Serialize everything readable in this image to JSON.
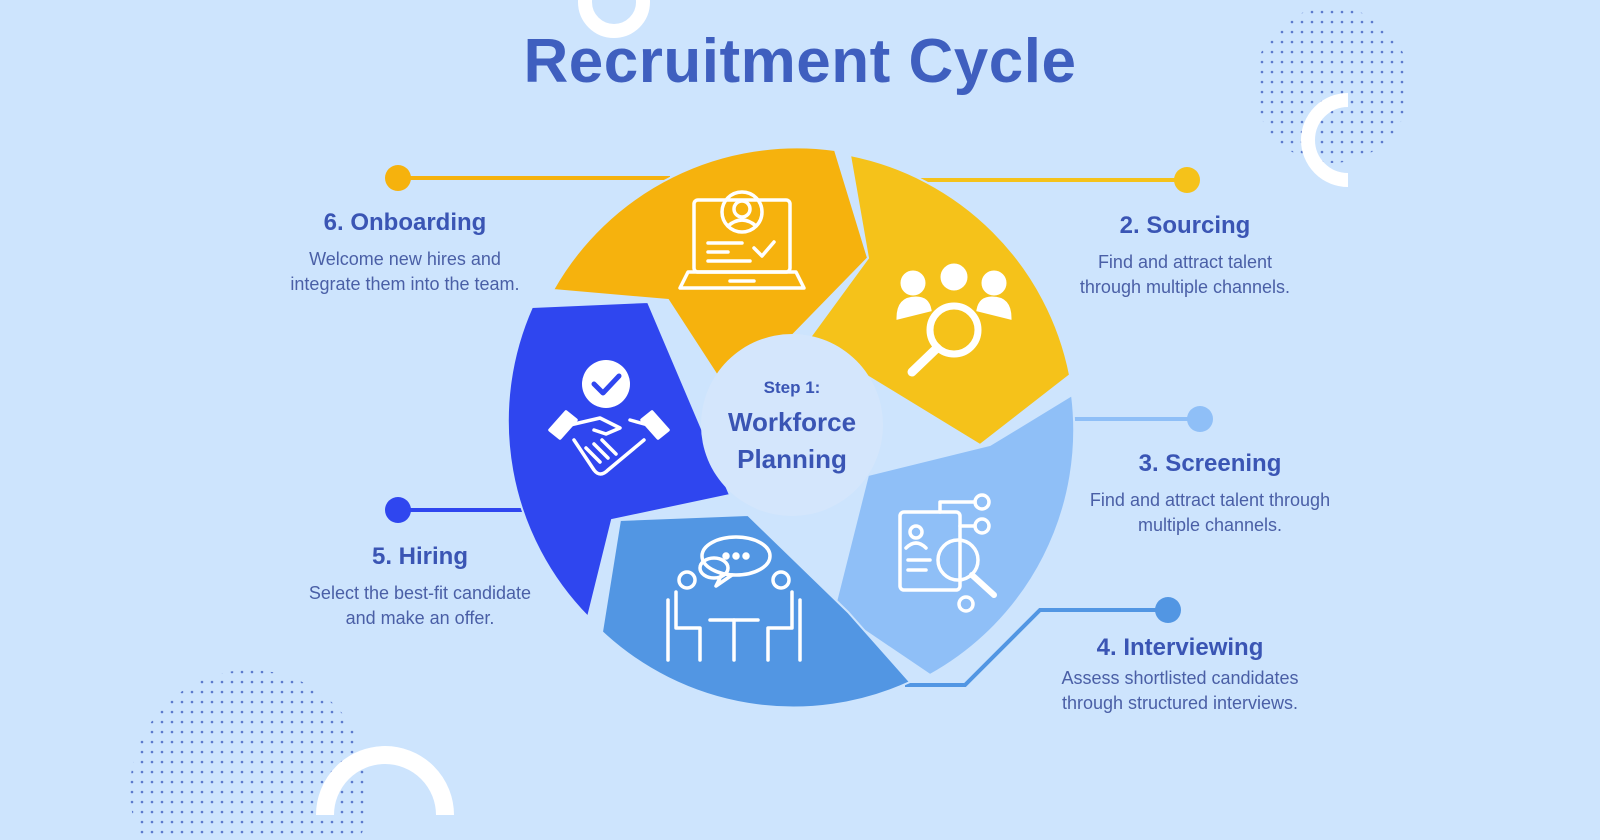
{
  "title": "Recruitment Cycle",
  "center": {
    "step_label": "Step 1:",
    "name": "Workforce\nPlanning"
  },
  "steps": [
    {
      "heading": "2. Sourcing",
      "description": "Find and attract talent\nthrough multiple channels.",
      "color": "#f5c21a",
      "icon": "team-search-icon"
    },
    {
      "heading": "3. Screening",
      "description": "Find and attract talent through\nmultiple channels.",
      "color": "#8fbff7",
      "icon": "document-search-network-icon"
    },
    {
      "heading": "4. Interviewing",
      "description": "Assess shortlisted candidates\nthrough structured interviews.",
      "color": "#5296e3",
      "icon": "interview-conversation-icon"
    },
    {
      "heading": "5. Hiring",
      "description": "Select the best-fit candidate\nand make an offer.",
      "color": "#2f46ef",
      "icon": "handshake-check-icon"
    },
    {
      "heading": "6. Onboarding",
      "description": "Welcome new hires and\nintegrate them into the team.",
      "color": "#f6b20d",
      "icon": "laptop-profile-icon"
    }
  ],
  "colors": {
    "background": "#cde4fd",
    "title": "#3f5fbf",
    "center_circle": "#d4e6fc",
    "icon_stroke": "#ffffff"
  }
}
